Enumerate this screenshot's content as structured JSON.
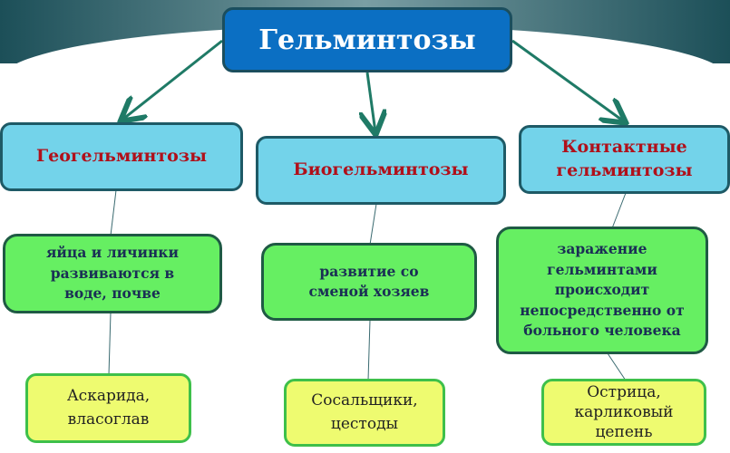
{
  "root": {
    "title": "Гельминтозы"
  },
  "categories": [
    {
      "title": "Геогельминтозы",
      "description": "яйца и личинки развиваются в воде, почве",
      "examples": "Аскарида, власоглав"
    },
    {
      "title": "Биогельминтозы",
      "description": "развитие со сменой хозяев",
      "examples": "Сосальщики, цестоды"
    },
    {
      "title": "Контактные гельминтозы",
      "description": "заражение гельминтами происходит непосредственно от больного человека",
      "examples": "Острица, карликовый цепень"
    }
  ],
  "colors": {
    "root": "#0b6fc3",
    "category": "#73d3ea",
    "description": "#66ef62",
    "examples": "#eefb70",
    "arrow": "#1f7a66"
  }
}
